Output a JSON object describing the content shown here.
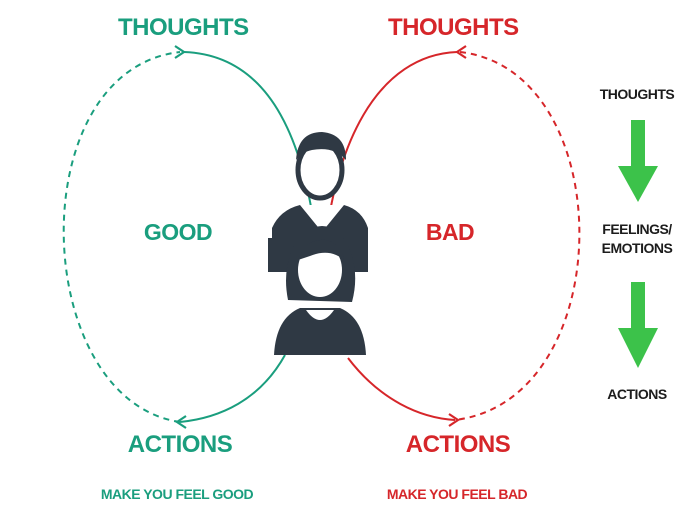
{
  "left_loop": {
    "top_label": "THOUGHTS",
    "center_label": "GOOD",
    "bottom_label": "ACTIONS",
    "caption": "MAKE YOU FEEL GOOD",
    "color": "#1a9e7e"
  },
  "right_loop": {
    "top_label": "THOUGHTS",
    "center_label": "BAD",
    "bottom_label": "ACTIONS",
    "caption": "MAKE YOU FEEL BAD",
    "color": "#d6262a"
  },
  "flow": {
    "steps": [
      "THOUGHTS",
      "FEELINGS/\nEMOTIONS",
      "ACTIONS"
    ],
    "arrow_color": "#3cc24a"
  },
  "icons": [
    "man-avatar-icon",
    "woman-avatar-icon",
    "down-arrow-icon"
  ]
}
